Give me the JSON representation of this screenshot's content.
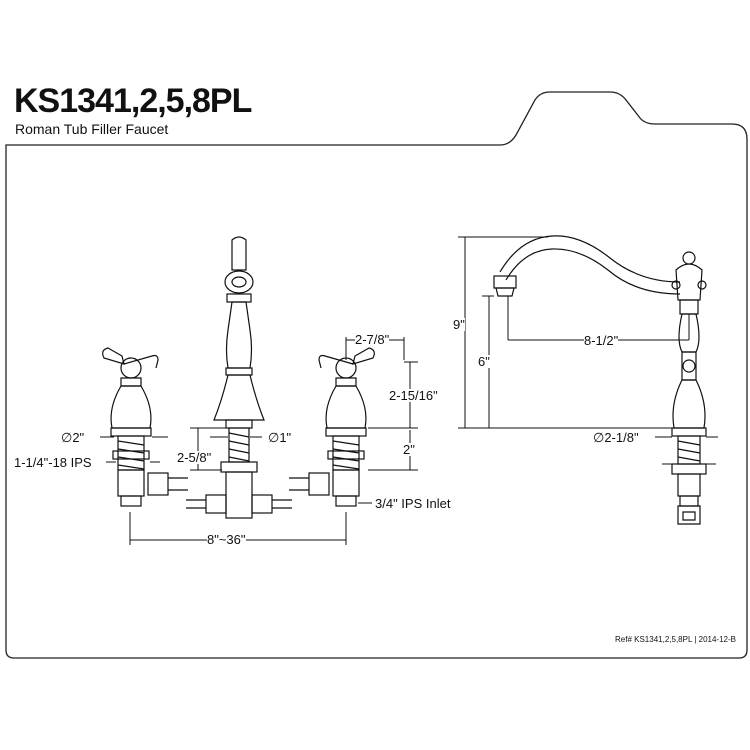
{
  "header": {
    "title": "KS1341,2,5,8PL",
    "subtitle": "Roman Tub Filler Faucet"
  },
  "dimensions": {
    "dia_2": "∅2\"",
    "thread": "1-1/4\"-18 IPS",
    "rise_2_5_8": "2-5/8\"",
    "dia_1": "∅1\"",
    "handle_spacing": "2-7/8\"",
    "handle_height": "2-15/16\"",
    "shank_2": "2\"",
    "inlet": "3/4\" IPS Inlet",
    "spread": "8\"~36\"",
    "height_9": "9\"",
    "height_6": "6\"",
    "reach": "8-1/2\"",
    "dia_2_1_8": "∅2-1/8\""
  },
  "footer": {
    "ref": "Ref# KS1341,2,5,8PL | 2014-12-B"
  }
}
